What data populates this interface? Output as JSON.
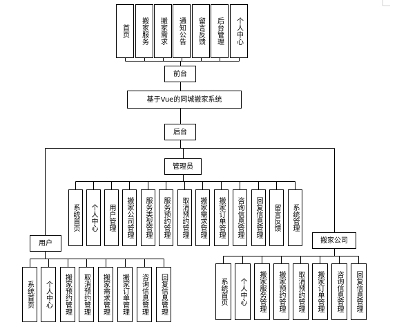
{
  "diagram": {
    "frontend": {
      "label": "前台",
      "items": [
        "首页",
        "搬家服务",
        "搬家需求",
        "通知公告",
        "留言反馈",
        "后台管理",
        "个人中心"
      ]
    },
    "system": {
      "label": "基于Vue的同城搬家系统"
    },
    "backend": {
      "label": "后台"
    },
    "admin": {
      "label": "管理员",
      "items": [
        "系统首页",
        "个人中心",
        "用户管理",
        "搬家公司管理",
        "服务类型管理",
        "服务预约管理",
        "取消预约管理",
        "搬家需求管理",
        "搬家订单管理",
        "咨询信息管理",
        "回复信息管理",
        "留言反馈",
        "系统管理"
      ]
    },
    "user": {
      "label": "用户",
      "items": [
        "系统首页",
        "个人中心",
        "搬家预约管理",
        "取消预约管理",
        "搬家需求管理",
        "搬家订单管理",
        "咨询信息管理",
        "回复信息管理"
      ]
    },
    "company": {
      "label": "搬家公司",
      "items": [
        "系统首页",
        "个人中心",
        "搬家服务管理",
        "搬家预约管理",
        "取消预约管理",
        "搬家订单管理",
        "咨询信息管理",
        "回复信息管理"
      ]
    }
  }
}
